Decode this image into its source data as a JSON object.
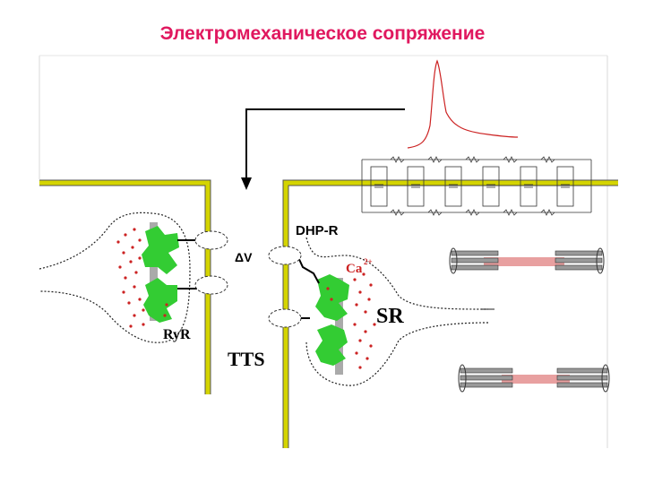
{
  "title": "Электромеханическое сопряжение",
  "labels": {
    "dhpr": "DHP-R",
    "delta_v": "ΔV",
    "ca": "Ca",
    "ca_charge": "2+",
    "sr": "SR",
    "ryr": "RyR",
    "tts": "TTS"
  },
  "colors": {
    "title": "#e0185f",
    "membrane": "#d4d400",
    "membrane_edge": "#555555",
    "protein": "#33cc33",
    "calcium": "#cc2222",
    "action_potential": "#cc2222",
    "sarcomere_filament": "#e8a0a0"
  },
  "icons": [
    "action-potential-trace",
    "membrane-cable-circuit",
    "sarcomere-relaxed",
    "sarcomere-contracted"
  ]
}
